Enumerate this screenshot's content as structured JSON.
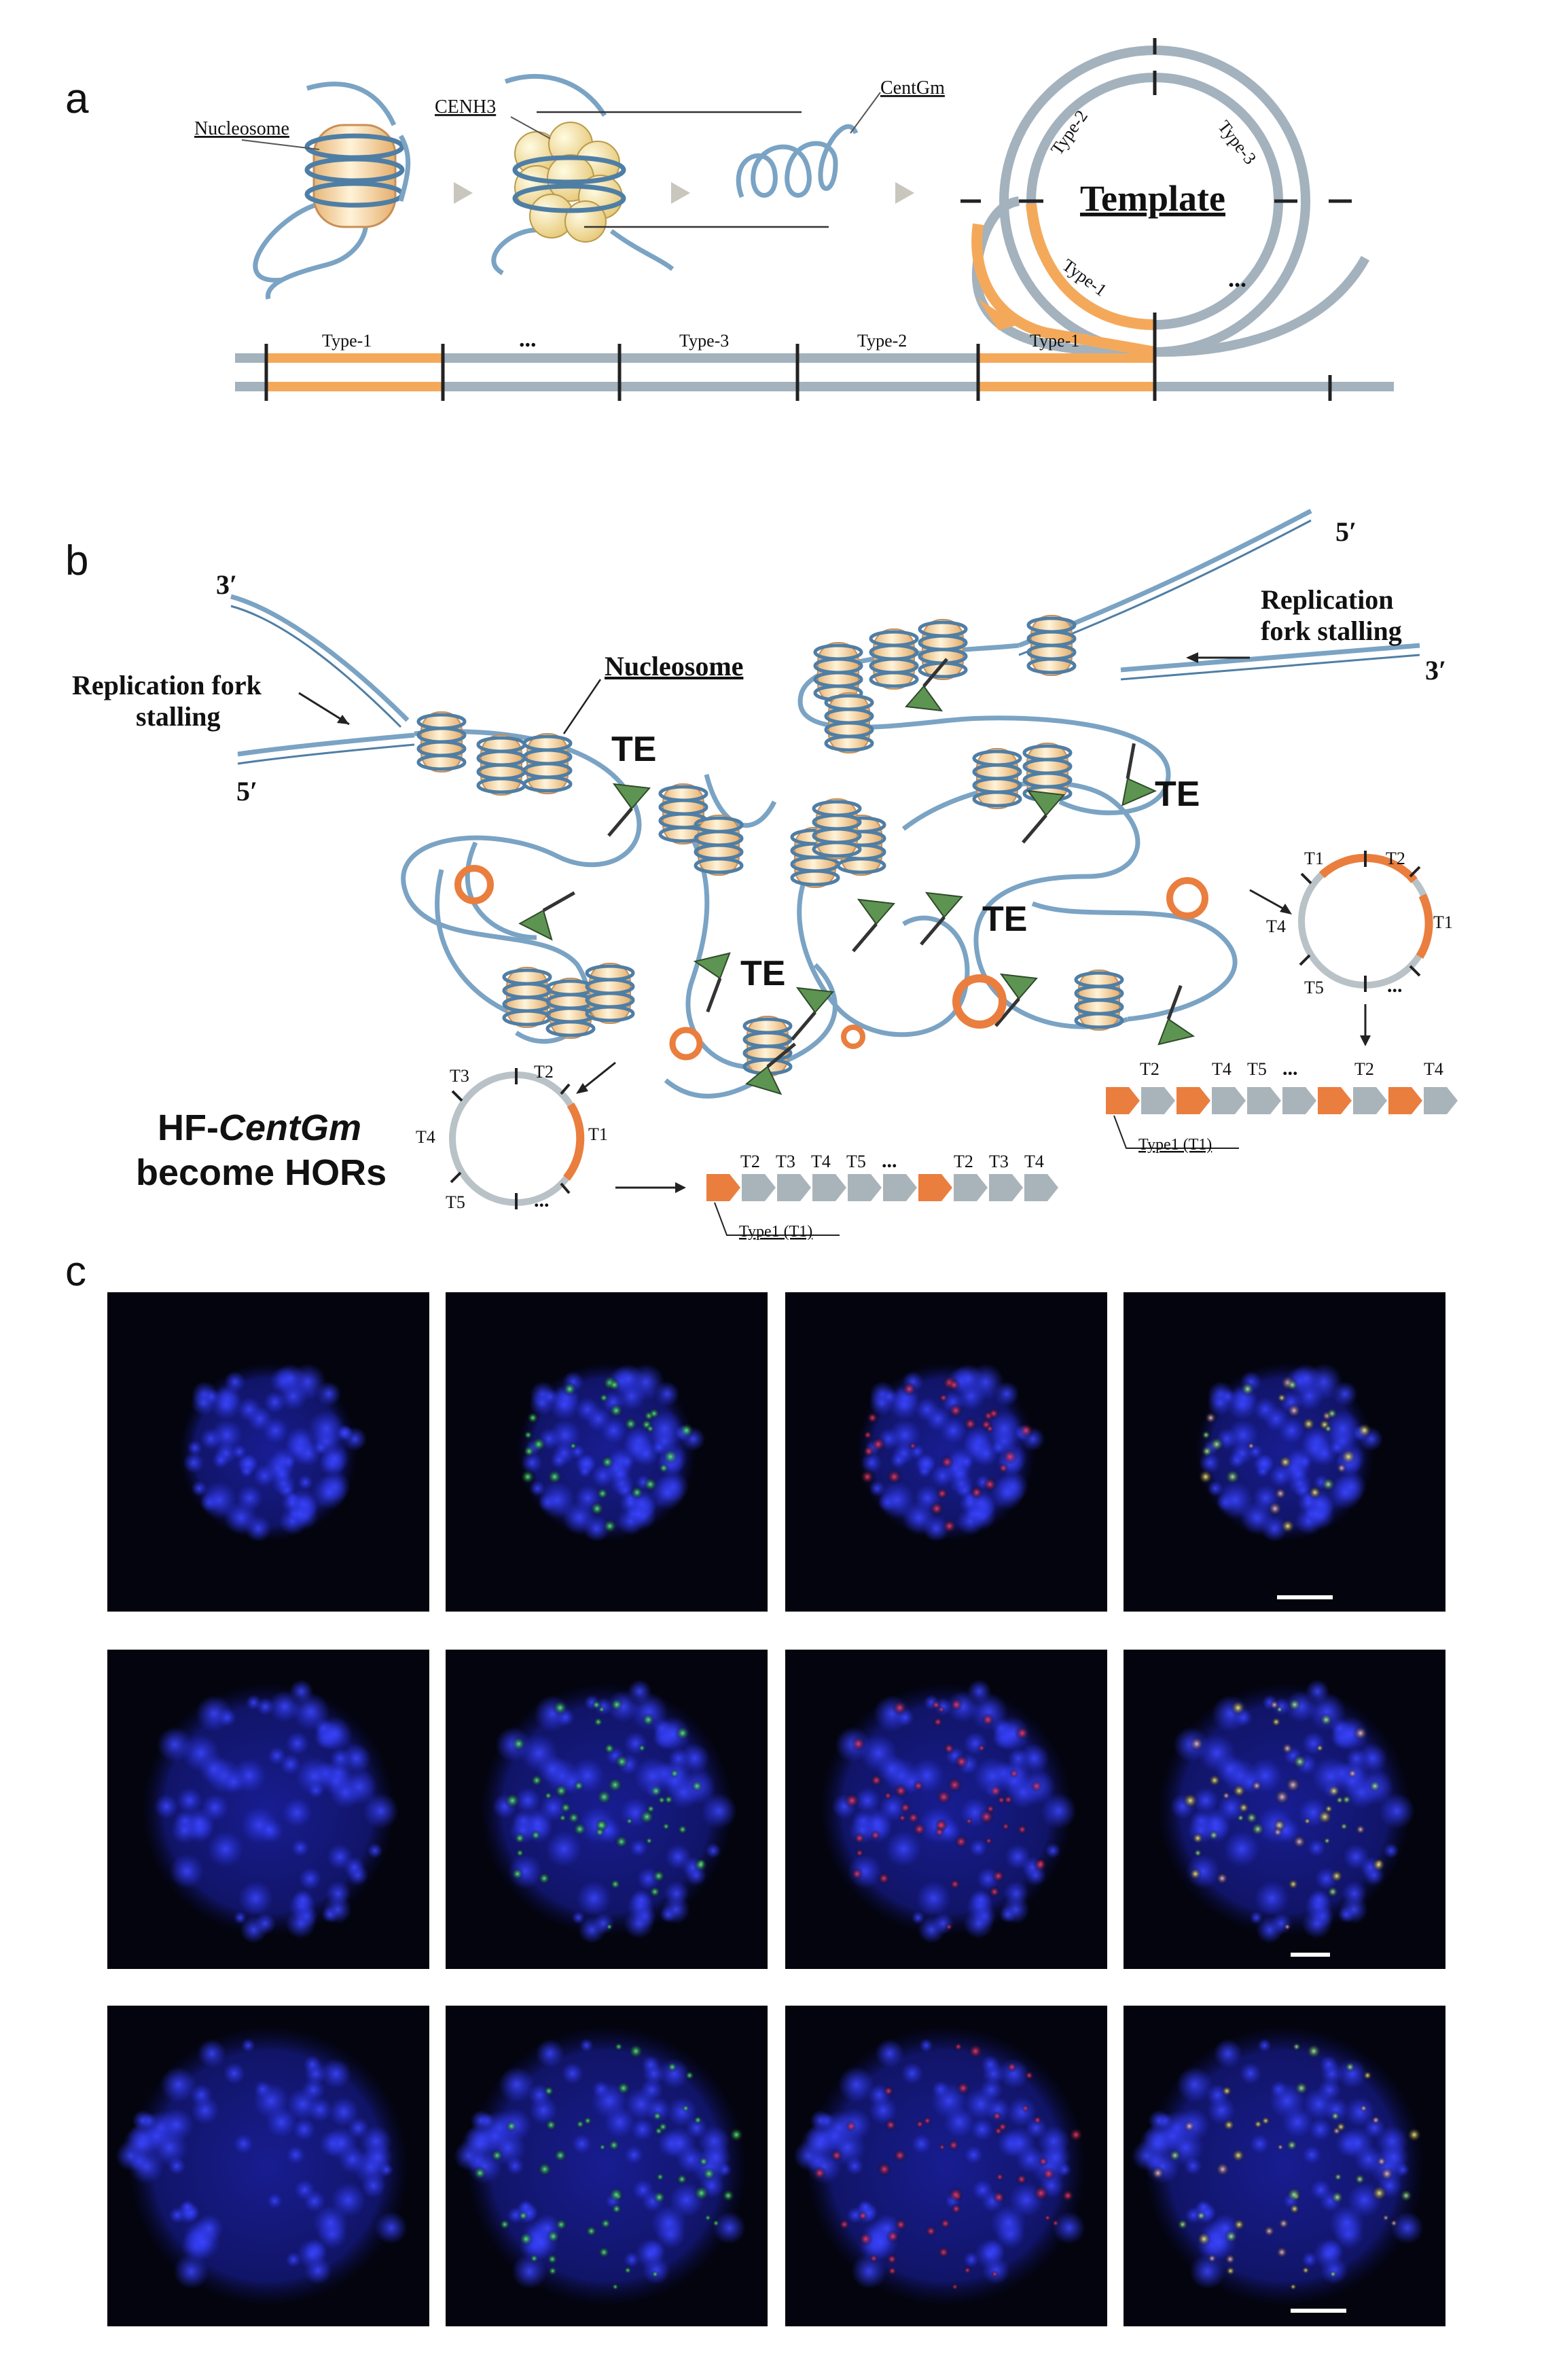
{
  "panels": {
    "a": "a",
    "b": "b",
    "c": "c"
  },
  "panel_a": {
    "nucleosome_label": "Nucleosome",
    "cenh3_label": "CENH3",
    "centgm_label": "CentGm",
    "template_label": "Template",
    "ring_types": {
      "type1": "Type-1",
      "type2": "Type-2",
      "type3": "Type-3",
      "ellipsis": "..."
    },
    "track_labels": [
      "Type-1",
      "...",
      "Type-3",
      "Type-2",
      "Type-1"
    ]
  },
  "panel_b": {
    "three_prime_left": "3′",
    "five_prime_left": "5′",
    "five_prime_right": "5′",
    "three_prime_right": "3′",
    "fork_left_line1": "Replication fork",
    "fork_left_line2": "stalling",
    "fork_right_line1": "Replication",
    "fork_right_line2": "fork stalling",
    "nucleosome_label": "Nucleosome",
    "te_labels": [
      "TE",
      "TE",
      "TE",
      "TE"
    ],
    "hf_line1_prefix": "HF-",
    "hf_line1_italic": "CentGm",
    "hf_line2": "become HORs",
    "circle_left": {
      "t1": "T1",
      "t2": "T2",
      "t3": "T3",
      "t4": "T4",
      "t5": "T5",
      "dots": "..."
    },
    "circle_right": {
      "t1_top": "T1",
      "t2": "T2",
      "t1_right": "T1",
      "t4": "T4",
      "t5": "T5",
      "dots": "..."
    },
    "array_left_labels": [
      "T2",
      "T3",
      "T4",
      "T5",
      "...",
      "T2",
      "T3",
      "T4"
    ],
    "array_right_labels": [
      "T2",
      "T4",
      "T5",
      "...",
      "T2",
      "T4"
    ],
    "type1_label": "Type1 (T1)"
  },
  "colors": {
    "dna": "#7aa3c4",
    "dna_outline": "#4f7ea5",
    "track": "#a3b2bd",
    "orange": "#f4a95a",
    "orange_dark": "#ea7e3e",
    "gray_arrow": "#a9b4ba",
    "te_green": "#5a8f4e",
    "nucleosome": "#f7dba0"
  }
}
